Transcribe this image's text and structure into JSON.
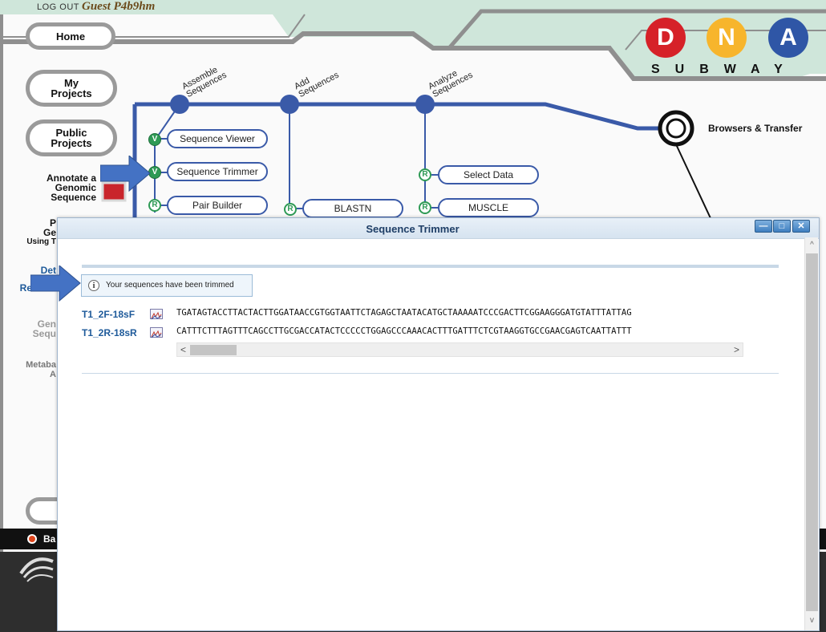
{
  "header": {
    "logout_label": "LOG OUT",
    "guest_name": "Guest P4b9hm"
  },
  "logo": {
    "letters": [
      "D",
      "N",
      "A"
    ],
    "colors": [
      "#d62128",
      "#f7b52c",
      "#2f56a6"
    ],
    "subway_text": "SUBWAY"
  },
  "nav": {
    "home": "Home",
    "my_projects": "My Projects",
    "public_projects": "Public Projects",
    "annotate": "Annotate a Genomic Sequence",
    "partial_p": "P",
    "partial_ge": "Ge",
    "partial_using": "Using T",
    "partial_det": "Det",
    "partial_re": "Re",
    "partial_gen": "Gen",
    "partial_sequ": "Sequ",
    "partial_metaba": "Metaba",
    "partial_a": "A",
    "partial_g": "G",
    "partial_ba": "Ba"
  },
  "stages": {
    "assemble": "Assemble Sequences",
    "add": "Add Sequences",
    "analyze": "Analyze Sequences"
  },
  "pills": {
    "sequence_viewer": "Sequence Viewer",
    "sequence_trimmer": "Sequence Trimmer",
    "pair_builder": "Pair Builder",
    "blastn": "BLASTN",
    "select_data": "Select Data",
    "muscle": "MUSCLE"
  },
  "badges": {
    "v": "V",
    "r": "R"
  },
  "browsers_label": "Browsers & Transfer",
  "dialog": {
    "title": "Sequence Trimmer",
    "min": "—",
    "max": "□",
    "close": "✕",
    "info_icon": "i",
    "info_message": "Your sequences have been trimmed",
    "sequences": [
      {
        "name": "T1_2F-18sF",
        "seq": "TGATAGTACCTTACTACTTGGATAACCGTGGTAATTCTAGAGCTAATACATGCTAAAAATCCCGACTTCGGAAGGGATGTATTTATTAG"
      },
      {
        "name": "T1_2R-18sR",
        "seq": "CATTTCTTTAGTTTCAGCCTTGCGACCATACTCCCCCTGGAGCCCAAACACTTTGATTTCTCGTAAGGTGCCGAACGAGTCAATTATTT"
      }
    ],
    "scroll_left": "<",
    "scroll_right": ">",
    "scroll_up": "^",
    "scroll_down": "v"
  },
  "colors": {
    "subway_line": "#3a5aa8",
    "mint": "#cfe6da",
    "gray_track": "#8f8f8f",
    "arrow": "#4472c4"
  }
}
